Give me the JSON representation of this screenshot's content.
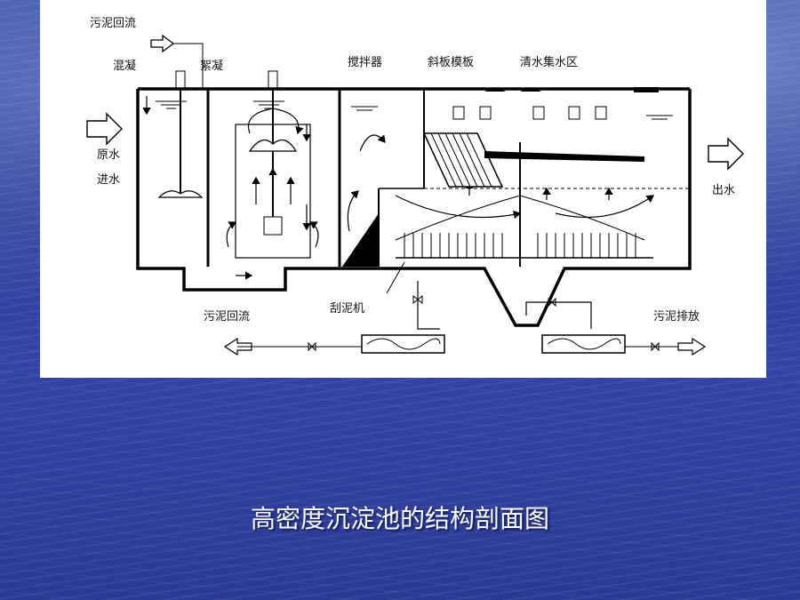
{
  "diagram": {
    "labels": {
      "sludge_return_top": "污泥回流",
      "mixing": "混凝",
      "flocculation": "絮凝",
      "agitator": "搅拌器",
      "inclined_plates": "斜板模板",
      "clear_water_zone": "清水集水区",
      "raw_water_1": "原水",
      "raw_water_2": "进水",
      "outlet": "出水",
      "sludge_return_bottom": "污泥回流",
      "scraper": "刮泥机",
      "sludge_discharge": "污泥排放"
    }
  },
  "caption": "高密度沉淀池的结构剖面图"
}
